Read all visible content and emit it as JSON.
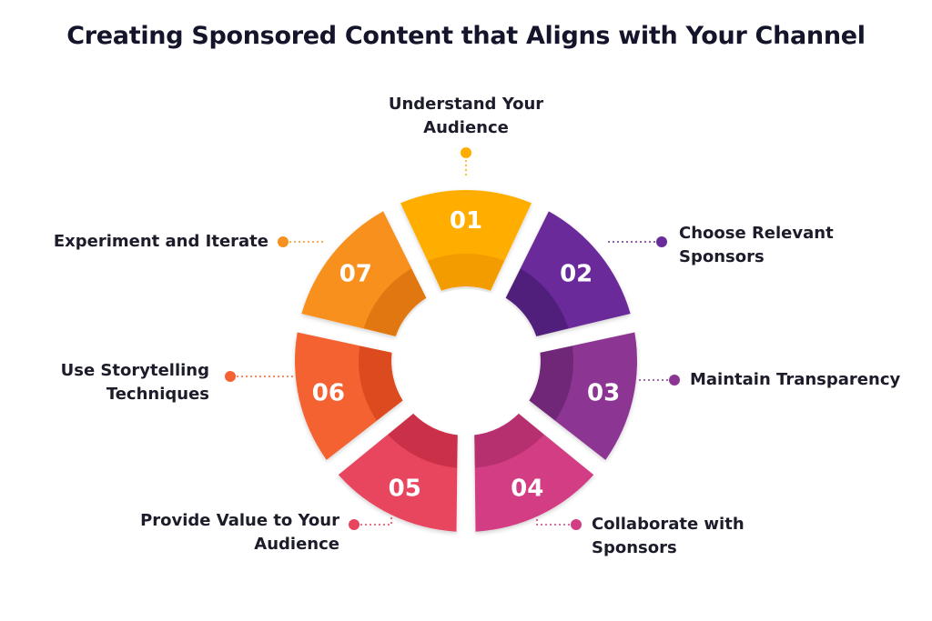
{
  "title": "Creating Sponsored Content that Aligns with Your Channel",
  "steps": [
    {
      "number": "01",
      "label": "Understand Your\nAudience",
      "color": "#FFAE00",
      "inner": "#F19A00"
    },
    {
      "number": "02",
      "label": "Choose Relevant\nSponsors",
      "color": "#6A2C9A",
      "inner": "#4E1E78"
    },
    {
      "number": "03",
      "label": "Maintain Transparency",
      "color": "#8C3593",
      "inner": "#6E2674"
    },
    {
      "number": "04",
      "label": "Collaborate with\nSponsors",
      "color": "#D23E84",
      "inner": "#B32E6C"
    },
    {
      "number": "05",
      "label": "Provide Value to Your\nAudience",
      "color": "#E8445E",
      "inner": "#C82E47"
    },
    {
      "number": "06",
      "label": "Use Storytelling\nTechniques",
      "color": "#F46232",
      "inner": "#D9491E"
    },
    {
      "number": "07",
      "label": "Experiment and Iterate",
      "color": "#F7901E",
      "inner": "#DE7410"
    }
  ]
}
